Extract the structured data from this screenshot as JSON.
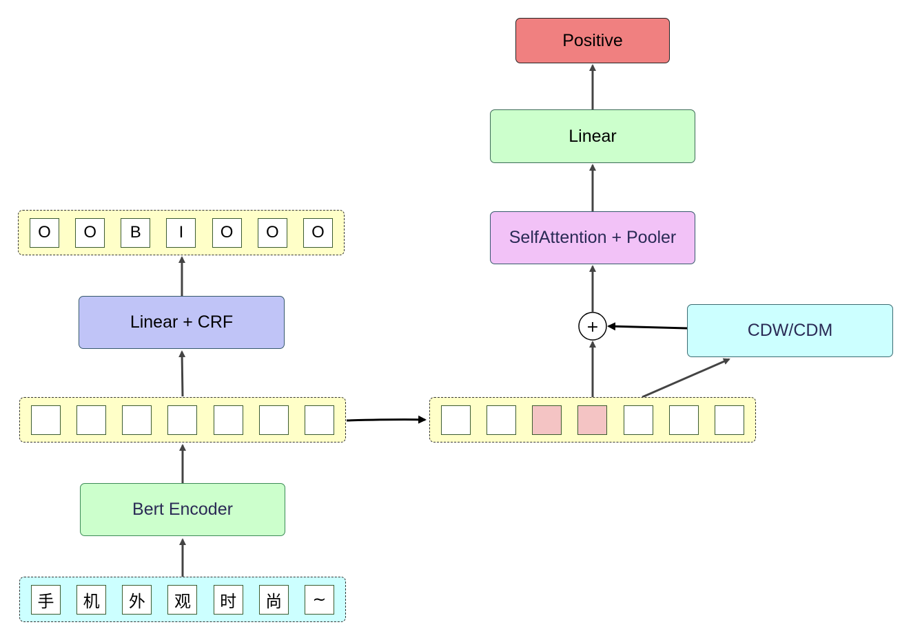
{
  "output_label": "Positive",
  "classifier": {
    "linear_label": "Linear",
    "attention_label": "SelfAttention + Pooler",
    "fusion_symbol": "+",
    "cdw_label": "CDW/CDM"
  },
  "tagger": {
    "crf_label": "Linear + CRF",
    "tags": [
      "O",
      "O",
      "B",
      "I",
      "O",
      "O",
      "O"
    ]
  },
  "encoder_label": "Bert Encoder",
  "input_chars": [
    "手",
    "机",
    "外",
    "观",
    "时",
    "尚",
    "~"
  ],
  "colors": {
    "output": "#f08080",
    "linear": "#ccffcc",
    "attention": "#f2c2f7",
    "crf": "#c0c4f7",
    "cdw": "#ccffff",
    "encoder": "#ccffcc",
    "group_yellow": "#ffffc8",
    "group_cyan": "#ccffff",
    "aspect_highlight": "#f4c4c4"
  }
}
